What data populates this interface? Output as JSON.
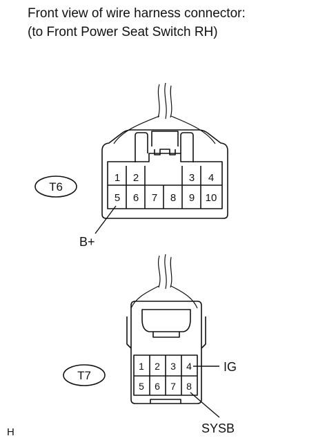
{
  "header": {
    "line1": "Front view of wire harness connector:",
    "line2": "(to Front Power Seat Switch RH)"
  },
  "connectors": {
    "t6": {
      "label": "T6",
      "pins_top": [
        "1",
        "2",
        "3",
        "4"
      ],
      "pins_bottom": [
        "5",
        "6",
        "7",
        "8",
        "9",
        "10"
      ],
      "callouts": {
        "pin5": "B+"
      }
    },
    "t7": {
      "label": "T7",
      "pins_top": [
        "1",
        "2",
        "3",
        "4"
      ],
      "pins_bottom": [
        "5",
        "6",
        "7",
        "8"
      ],
      "callouts": {
        "pin4": "IG",
        "pin8": "SYSB"
      }
    }
  },
  "footer": {
    "code": "H"
  }
}
